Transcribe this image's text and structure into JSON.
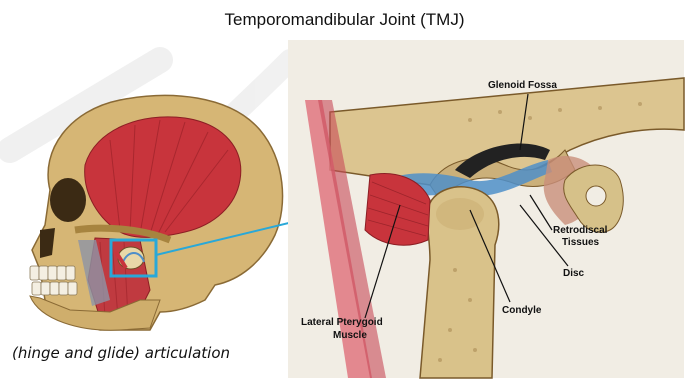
{
  "title": "Temporomandibular Joint (TMJ)",
  "caption": "(hinge and glide) articulation",
  "labels": {
    "glenoid_fossa": "Glenoid Fossa",
    "retrodiscal_1": "Retrodiscal",
    "retrodiscal_2": "Tissues",
    "disc": "Disc",
    "condyle": "Condyle",
    "lateral_pterygoid_1": "Lateral Pterygoid",
    "lateral_pterygoid_2": "Muscle"
  },
  "colors": {
    "highlight_box": "#29a8d8",
    "bone": "#d9c28a",
    "muscle": "#c8343c",
    "disc": "#4f8fc9"
  }
}
